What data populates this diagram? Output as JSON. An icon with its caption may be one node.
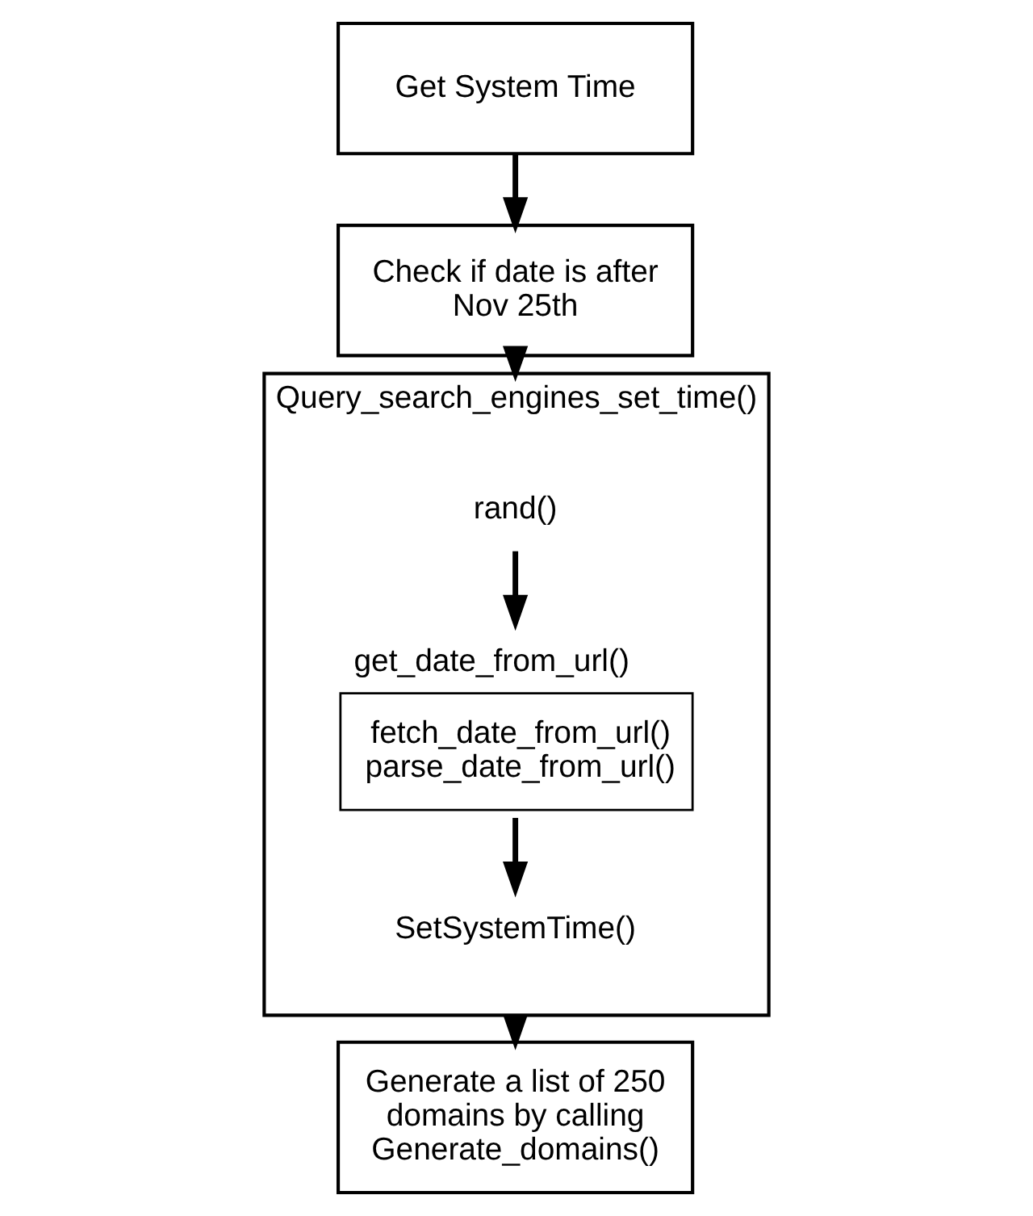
{
  "diagram": {
    "nodes": [
      {
        "text": [
          "Get System Time"
        ]
      },
      {
        "text": [
          "Check if date is after Nov 25th"
        ]
      },
      {
        "text": [
          "Query_search_engines_set_time()"
        ]
      },
      {
        "text": [
          "rand()"
        ],
        "in": 2
      },
      {
        "text": [
          "get_date_from_url()",
          "fetch_date_from_url()",
          "parse_date_from_url()"
        ],
        "in": 2
      },
      {
        "text": [
          "SetSystemTime()"
        ],
        "in": 2
      },
      {
        "text": [
          "Generate a list of 250 domains by calling Generate_domains()"
        ]
      }
    ],
    "edges": [
      {
        "from": 0,
        "to": 1,
        "arrow": "to"
      },
      {
        "from": 1,
        "to": 2,
        "arrow": "to"
      },
      {
        "from": 3,
        "to": 4,
        "arrow": "to"
      },
      {
        "from": 4,
        "to": 5,
        "arrow": "to"
      },
      {
        "from": 2,
        "to": 6,
        "arrow": "to"
      }
    ]
  }
}
